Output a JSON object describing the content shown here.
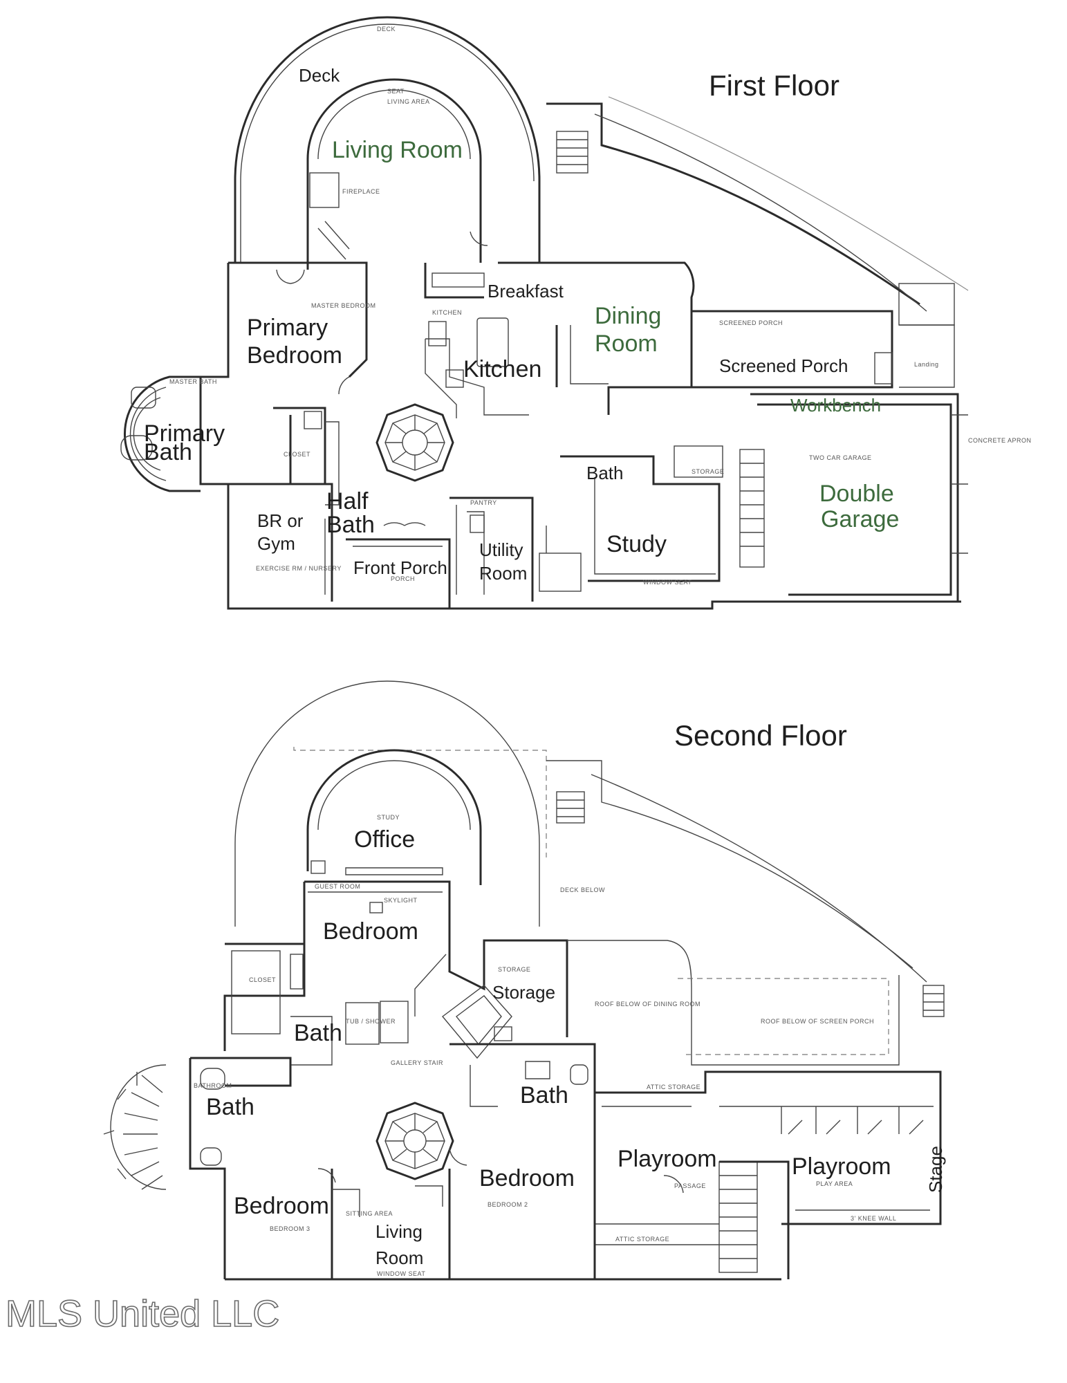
{
  "first_floor": {
    "title": "First Floor",
    "rooms": {
      "deck": "Deck",
      "living_room": "Living Room",
      "breakfast": "Breakfast",
      "dining_room_1": "Dining",
      "dining_room_2": "Room",
      "primary_bedroom_1": "Primary",
      "primary_bedroom_2": "Bedroom",
      "kitchen": "Kitchen",
      "screened_porch": "Screened Porch",
      "workbench": "Workbench",
      "primary_bath_1": "Primary",
      "primary_bath_2": "Bath",
      "bath": "Bath",
      "double_garage_1": "Double",
      "double_garage_2": "Garage",
      "br_gym_1": "BR or",
      "br_gym_2": "Gym",
      "half_bath_1": "Half",
      "half_bath_2": "Bath",
      "study": "Study",
      "utility_room_1": "Utility",
      "utility_room_2": "Room",
      "front_porch": "Front Porch"
    },
    "notes": {
      "deck_top": "DECK",
      "living_area": "LIVING AREA",
      "seat": "SEAT",
      "fireplace": "FIREPLACE",
      "master_bedroom": "MASTER BEDROOM",
      "master_bath": "MASTER BATH",
      "closet": "CLOSET",
      "kitchen_small": "KITCHEN",
      "pantry": "PANTRY",
      "two_car_garage": "TWO CAR GARAGE",
      "screened_porch_small": "SCREENED PORCH",
      "storage": "STORAGE",
      "porch": "PORCH",
      "exercise_rm": "EXERCISE RM / NURSERY",
      "window_seat": "WINDOW SEAT",
      "concrete_apron": "CONCRETE APRON",
      "landing": "Landing"
    }
  },
  "second_floor": {
    "title": "Second Floor",
    "rooms": {
      "office": "Office",
      "bedroom_top": "Bedroom",
      "storage": "Storage",
      "bath_center": "Bath",
      "bath_left": "Bath",
      "bath_right": "Bath",
      "playroom_1": "Playroom",
      "playroom_2": "Playroom",
      "stage": "Stage",
      "bedroom_left": "Bedroom",
      "bedroom_right": "Bedroom",
      "living_room_1": "Living",
      "living_room_2": "Room"
    },
    "notes": {
      "study_small": "STUDY",
      "guest_room": "GUEST ROOM",
      "skylight": "SKYLIGHT",
      "storage_small": "STORAGE",
      "roof_dining": "ROOF BELOW OF DINING ROOM",
      "roof_screen": "ROOF BELOW OF SCREEN PORCH",
      "attic_storage": "ATTIC STORAGE",
      "gallery_stair": "GALLERY STAIR",
      "bathroom": "BATHROOM",
      "play_area": "PLAY AREA",
      "passage": "PASSAGE",
      "sitting_area": "SITTING AREA",
      "bedroom_2": "BEDROOM 2",
      "bedroom_3": "BEDROOM 3",
      "window_seat": "WINDOW SEAT",
      "knee_wall": "3' KNEE WALL",
      "deck_below": "DECK BELOW",
      "closet": "CLOSET",
      "tub_shower": "TUB / SHOWER"
    }
  },
  "watermark": "MLS United LLC"
}
